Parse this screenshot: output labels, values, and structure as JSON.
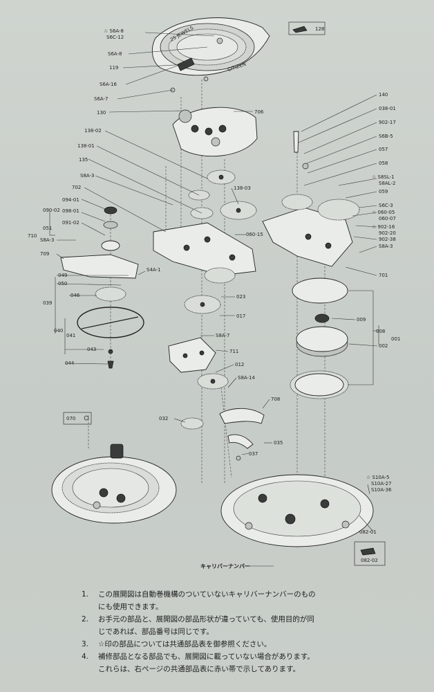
{
  "labels": {
    "s6a8_top": "☆ S6A-8",
    "s6c12": "S6C-12",
    "s6a8": "S6A-8",
    "n119": "119",
    "s6a16": "S6A-16",
    "s6a7": "S6A-7",
    "n130": "130",
    "n128": "128",
    "n706": "706",
    "n138_02": "138-02",
    "n138_01": "138-01",
    "n135": "135",
    "s8a3_a": "S8A-3",
    "n702": "702",
    "n138_03": "138-03",
    "n094_01": "094-01",
    "n090_02": "090-02",
    "n098_01": "098-01",
    "n091_02": "091-02",
    "n051": "051",
    "n710": "710",
    "s8a3_b": "S8A-3",
    "n709": "709",
    "n060_15": "060-15",
    "s4a1": "S4A-1",
    "n049": "049",
    "n050": "050",
    "n039": "039",
    "n046": "046",
    "n023": "023",
    "n017": "017",
    "n040": "040",
    "n041": "041",
    "s8a7": "S8A-7",
    "n043": "043",
    "n711": "711",
    "n044": "044",
    "n012": "012",
    "s8a14": "S8A-14",
    "n708": "708",
    "n070": "070",
    "n032": "032",
    "n035": "035",
    "n037": "037",
    "n140": "140",
    "n038_01": "038-01",
    "n902_17": "902-17",
    "s6b5": "S6B-5",
    "n057": "057",
    "n058": "058",
    "s8sl1": "☆ S8SL-1",
    "s8al2": "S8AL-2",
    "n059": "059",
    "s6c3": "S6C-3",
    "n060_05": "☆ 060-05",
    "n060_07": "060-07",
    "n902_16": "☆ 902-16",
    "n902_20": "902-20",
    "n902_38": "902-38",
    "s8a3_c": "S8A-3",
    "n701": "701",
    "n009": "009",
    "n008": "008",
    "n001": "001",
    "n002": "002",
    "s10a5": "☆ S10A-5",
    "s10a27": "S10A-27",
    "s10a36": "S10A-36",
    "n082_01": "082-01",
    "n082_02": "082-02",
    "caliber": "キャリバーナンバー"
  },
  "dial_text": {
    "rotor_brand": "CITIZEN",
    "rotor_jewels": "25 JEWELS"
  },
  "notes": [
    {
      "num": "1.",
      "lines": [
        "この展開図は自動巻機構のついていないキャリバーナンバーのもの",
        "にも使用できます。"
      ]
    },
    {
      "num": "2.",
      "lines": [
        "お手元の部品と、展開図の部品形状が違っていても、使用目的が同",
        "じであれば、部品番号は同じです。"
      ]
    },
    {
      "num": "3.",
      "lines": [
        "☆印の部品については共通部品表を御参照ください。"
      ]
    },
    {
      "num": "4.",
      "lines": [
        "補修部品となる部品でも、展開図に載っていない場合があります。",
        "これらは、右ページの共通部品表に赤い帯で示してあります。"
      ]
    }
  ]
}
